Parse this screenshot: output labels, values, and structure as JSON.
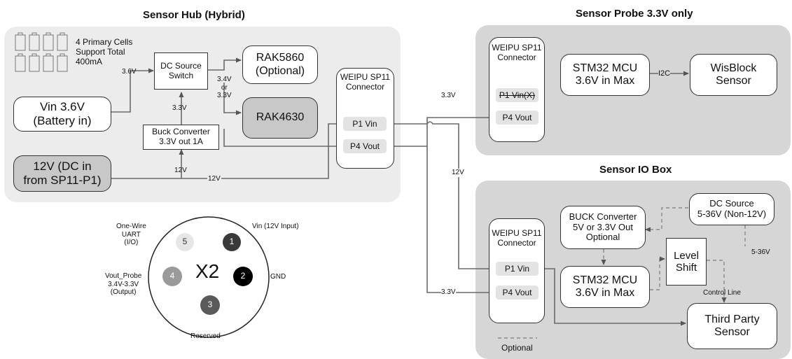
{
  "titles": {
    "hub": "Sensor Hub (Hybrid)",
    "probe": "Sensor Probe 3.3V only",
    "io": "Sensor IO Box"
  },
  "hub": {
    "cells_text": "4 Primary Cells\nSupport Total\n400mA",
    "vin_box": "Vin 3.6V\n(Battery in)",
    "dc_in_box": "12V (DC in\nfrom SP11-P1)",
    "dc_switch": "DC Source\nSwitch",
    "buck": "Buck Converter\n3.3V out 1A",
    "rak5860": "RAK5860\n(Optional)",
    "rak4630": "RAK4630",
    "connector_title": "WEIPU SP11\nConnector",
    "pin_p1": "P1 Vin",
    "pin_p4": "P4 Vout",
    "label_36v": "3.6V",
    "label_33v_up": "3.3V",
    "label_switch_out": "3.4V\nor\n3.3V",
    "label_12v_buck": "12V",
    "label_12v_line": "12V"
  },
  "probe": {
    "connector_title": "WEIPU SP11\nConnector",
    "pin_p1": "P1 Vin(X)",
    "pin_p4": "P4 Vout",
    "mcu": "STM32 MCU\n3.6V in Max",
    "wisblock": "WisBlock\nSensor",
    "label_i2c": "I2C"
  },
  "links": {
    "label_33v_probe": "3.3V",
    "label_12v_io": "12V",
    "label_33v_io": "3.3V"
  },
  "io": {
    "connector_title": "WEIPU SP11\nConnector",
    "pin_p1": "P1 Vin",
    "pin_p4": "P4 Vout",
    "buck": "BUCK Converter\n5V or 3.3V Out\nOptional",
    "dc_source": "DC Source\n5-36V (Non-12V)",
    "level_shift": "Level\nShift",
    "mcu": "STM32 MCU\n3.6V in Max",
    "third_party": "Third Party\nSensor",
    "label_536v": "5-36V",
    "label_control": "Control Line",
    "legend_optional": "Optional"
  },
  "x2": {
    "center_label": "X2",
    "pins": [
      "1",
      "2",
      "3",
      "4",
      "5"
    ],
    "label_vin": "Vin (12V Input)",
    "label_gnd": "GND",
    "label_reserved": "Reserved",
    "label_vout": "Vout_Probe\n3.4V-3.3V\n(Output)",
    "label_onewire": "One-Wire\nUART\n(I/O)"
  }
}
